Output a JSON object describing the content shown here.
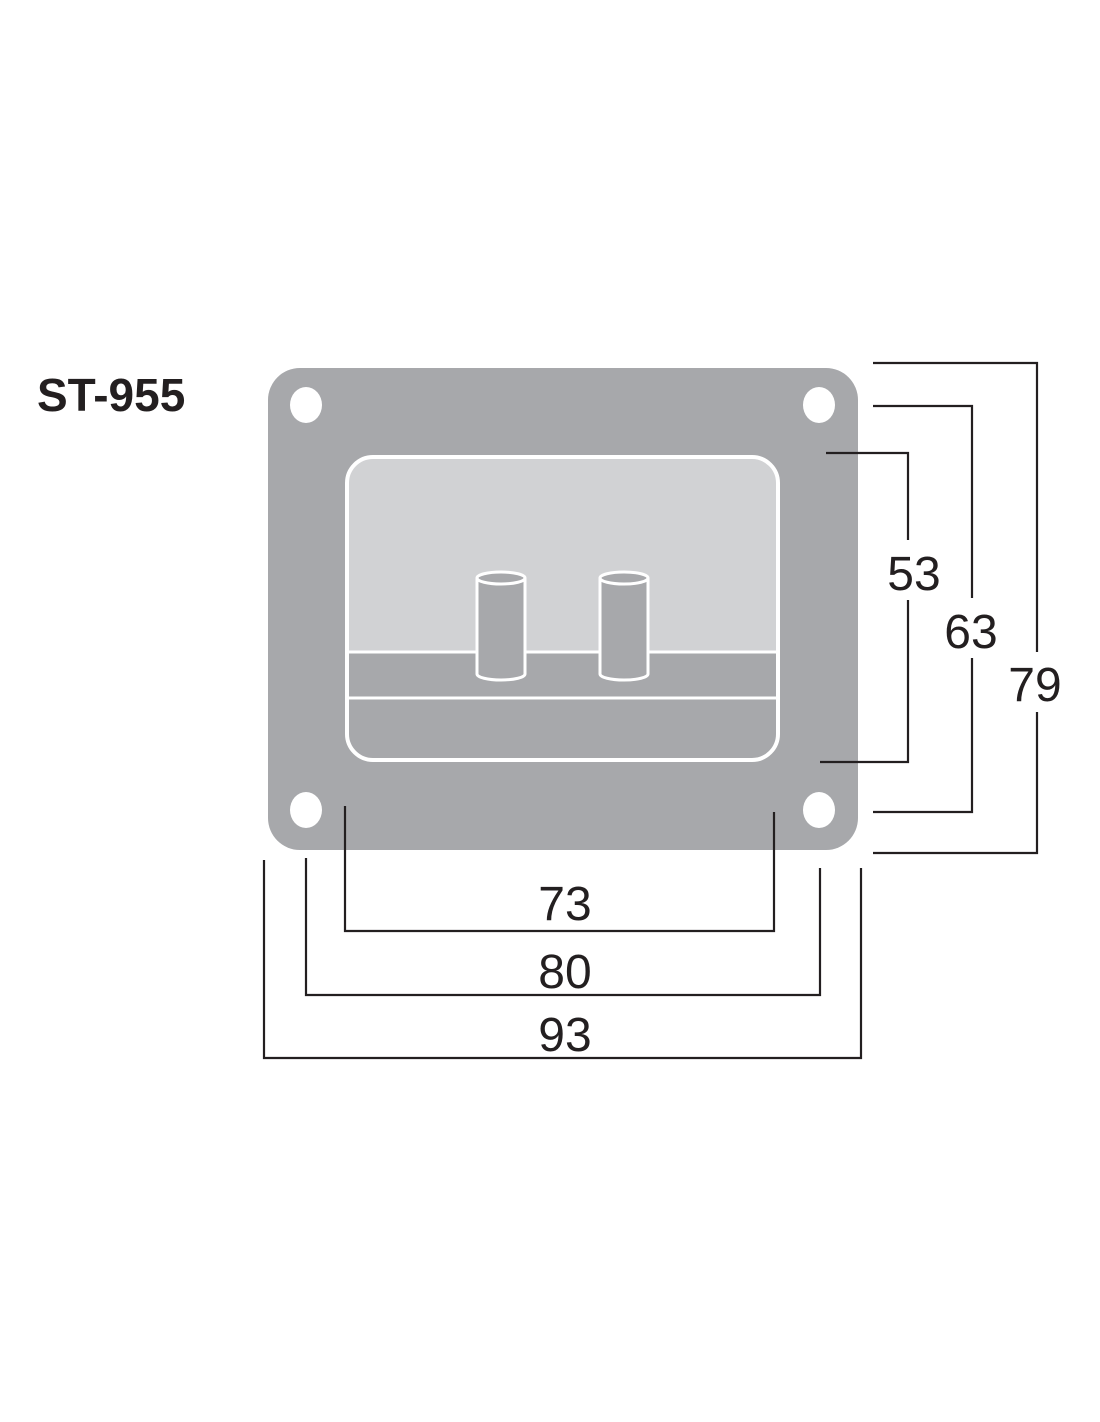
{
  "title": "ST-955",
  "colors": {
    "plate": "#a7a8ab",
    "recess": "#d1d2d4",
    "outline": "#ffffff",
    "ink": "#231f20"
  },
  "dimensions": {
    "inner_height": "53",
    "hole_spacing_height": "63",
    "total_height": "79",
    "inner_width": "73",
    "hole_spacing_width": "80",
    "total_width": "93"
  }
}
